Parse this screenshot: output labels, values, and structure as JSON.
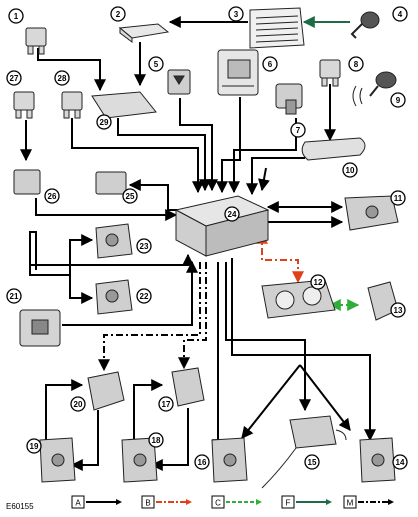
{
  "figure_id": "E60155",
  "components": [
    {
      "num": "1"
    },
    {
      "num": "2"
    },
    {
      "num": "3"
    },
    {
      "num": "4"
    },
    {
      "num": "5"
    },
    {
      "num": "6"
    },
    {
      "num": "7"
    },
    {
      "num": "8"
    },
    {
      "num": "9"
    },
    {
      "num": "10"
    },
    {
      "num": "11"
    },
    {
      "num": "12"
    },
    {
      "num": "13"
    },
    {
      "num": "14"
    },
    {
      "num": "15"
    },
    {
      "num": "16"
    },
    {
      "num": "17"
    },
    {
      "num": "18"
    },
    {
      "num": "19"
    },
    {
      "num": "20"
    },
    {
      "num": "21"
    },
    {
      "num": "22"
    },
    {
      "num": "23"
    },
    {
      "num": "24"
    },
    {
      "num": "25"
    },
    {
      "num": "26"
    },
    {
      "num": "27"
    },
    {
      "num": "28"
    },
    {
      "num": "29"
    }
  ],
  "legend": [
    {
      "letter": "A",
      "style": "solid",
      "color": "#000000"
    },
    {
      "letter": "B",
      "style": "dash-dot",
      "color": "#e0401a"
    },
    {
      "letter": "C",
      "style": "dashed",
      "color": "#2fae3a"
    },
    {
      "letter": "F",
      "style": "solid",
      "color": "#1f6b45"
    },
    {
      "letter": "M",
      "style": "dash-dot",
      "color": "#000000"
    }
  ]
}
